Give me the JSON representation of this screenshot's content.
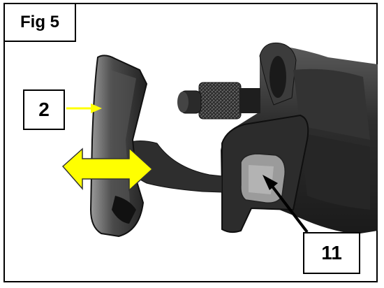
{
  "figure": {
    "title": "Fig 5",
    "callouts": [
      {
        "number": "2"
      },
      {
        "number": "11"
      }
    ],
    "colors": {
      "arrow_yellow": "#ffff00",
      "arrow_outline": "#333333",
      "tool_body": "#2a2a2a",
      "background": "#ffffff"
    },
    "icons": [
      "double-arrow-icon",
      "pointer-arrow-icon"
    ]
  }
}
